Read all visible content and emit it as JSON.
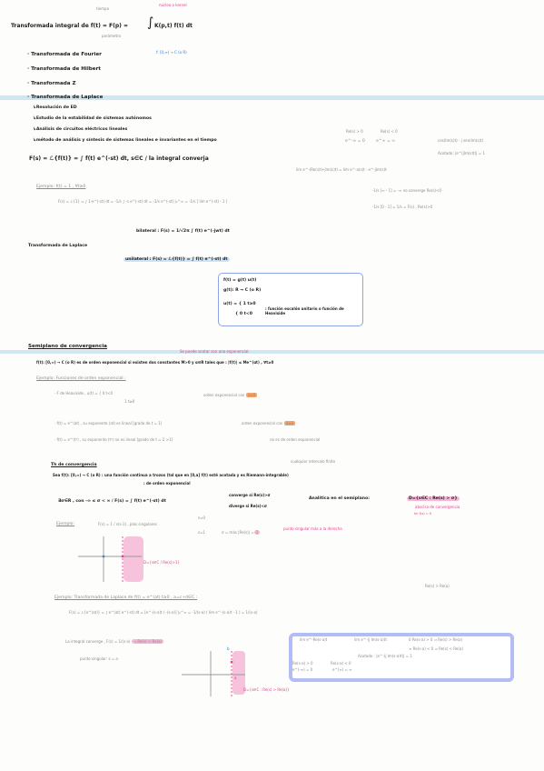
{
  "header": {
    "title": "Transformada integral de f(t) = F(p) =",
    "integral_expr": "K(p,t) f(t) dt",
    "note_tiempo": "tiempo",
    "note_nucleo": "núcleo o kernel",
    "note_parametro": "parámetro",
    "note_mapping": "f: [0,∞) → C (o R)"
  },
  "transform_list": [
    "· Transformada de Fourier",
    "· Transformada de Hilbert",
    "· Transformada Z",
    "· Transformada de Laplace"
  ],
  "laplace_uses": [
    "↳Resolución de ED",
    "↳Estudio de la estabilidad de sistemas autónomos",
    "↳Análisis de circuitos eléctricos lineales",
    "↳método de análisis y síntesis de sistemas lineales e invariantes en el tiempo"
  ],
  "definition": {
    "formula": "F(s) = ℒ{f(t)} = ∫ f(t) e^(-st) dt",
    "condition": ", s∈C / la integral converja",
    "limit_a": "lim e^-(Re(s)t+jIm(s)t) = lim e^-a(s)t · e^-jIm(s)t",
    "re_pos": "Re(s) > 0",
    "re_neg": "Re(s) < 0",
    "e_inf": "e^-∞ = 0",
    "e_plus_inf": "e^∞ = ∞",
    "euler": "cos(Im(s)t) - j sen(Im(s)t)",
    "acotado": "Acotado: |e^(jIm(s)t)| = 1"
  },
  "ejemplo1": {
    "label": "Ejemplo: f(t) = 1 , ∀t≥0",
    "work": "F(s) = ℒ{1} = ∫ 1·e^(-st) dt = -1/s ∫ -s e^(-st) dt = -1/s e^(-st) |₀^∞ = -1/s [ lim e^(-st) - 1 ]",
    "case_a": "-1/s [∞ - 1] = -∞ no converge Re(s)<0",
    "case_b": "-1/s [0 - 1] = 1/s = F(s) , Re(s)>0"
  },
  "laplace_forms": {
    "label": "Transformada de Laplace",
    "bilateral": "bilateral : F(s) = 1/√2π ∫ f(t) e^(-jwt) dt",
    "unilateral": "unilateral : F(s) = ℒ{f(t)} = ∫ f(t) e^(-st) dt"
  },
  "heaviside_box": {
    "l1": "f(t) = g(t) u(t)",
    "l2": "g(t): R → C (o R)",
    "l3": "u(t) = { 1  t≥0",
    "l4": "{ 0  t<0",
    "note": ": función escalón unitario o función de Heaviside"
  },
  "semiplano": {
    "heading": "Semiplano de convergencia",
    "note_pink": "Se puede acotar con una exponencial",
    "statement": "f(t): [0,∞) → C (o R) es de orden exponencial si existen dos constantes M>0 y α∈R tales que : |f(t)| ≤ Me^(αt) , ∀t≥0",
    "ejemplo_label": "Ejemplo: Funciones de orden exponencial :",
    "fh_label": "· F de Heaviside , u(t) = { 0  t<0",
    "fh_case2": "1  t≥0",
    "fh_result": "orden exponencial con",
    "fh_alpha": "α≥0",
    "f2_label": "· f(t) = e^(at) , su exponente (at) es lineal [grado de t = 1]",
    "f2_result": "orden exponencial con",
    "f2_alpha": "α≥a",
    "f3_label": "· f(t) = e^(t²) , su exponente (t²) no es lineal [grado de t = 2 >1]",
    "f3_result": "no es de orden exponencial"
  },
  "teorema": {
    "heading": "Th de convergencia",
    "note": "cualquier intervalo finito",
    "statement": "Sea f(t): [0,∞) → C (o R) : una función continua a trozos (tal que en [0,a] f(t) esté acotada y es Riemann-integrable)",
    "statement2": ": de orden exponencial",
    "exists": "∃σ∈R , con -∞ ≤ σ < ∞ / F(s) = ∫ f(t) e^(-st) dt",
    "converge": "converge si Re(s)>σ",
    "diverge": "diverge si Re(s)<σ",
    "analitica": "Analítica en el semiplano:",
    "dominio": "D={s∈C : Re(s) > σ}",
    "abscisa": "abscisa de convergencia",
    "im_note": "Im f(s) = 0"
  },
  "ejemplo2": {
    "label": "Ejemplo:",
    "fs": "F(s) = 1 / s(s-1) , plos singulares",
    "s0": "s=0",
    "s1": "s=1",
    "sigma": "σ = más |Re(s)| =",
    "punto": "punto singular más a la derecha",
    "domain": "D={s∈C / Re(s)>1}"
  },
  "ejemplo3": {
    "label": "Ejemplo: Transformada de Laplace de f(t) = e^(at) t≥0 , a=c+d∈C :",
    "cond": "Re(s) > Re(a)",
    "work": "F(s) = ℒ{e^(at)} = ∫ e^(at) e^(-st) dt = [e^-(s-a)t / -(s-a)] |₀^∞ = -1/(s-a) ( lim e^-(s-a)t - 1 ) = 1/(s-a)",
    "converge": "La integral converge , F(s) = 1/(s-a)",
    "converge2": "→ Re(s) > Re(a)",
    "punto": "punto singular: s = a",
    "box_lim1": "lim e^-Re(s-a)t",
    "box_lim2": "lim e^-(j Im(s-a))t",
    "box_r1": "0  Re(s-a) > 0 ⇒ Re(s) > Re(a)",
    "box_r2": "∞  Re(s-a) < 0 ⇒ Re(s) < Re(a)",
    "box_acotado": "Acotado : |e^-(j Im(s-a)t)| = 1",
    "box_c1": "Re(s-a) > 0",
    "box_c2": "Re(s-a) < 0",
    "box_v1": "e^(-∞) = 0",
    "box_v2": "e^(∞) = ∞",
    "domain": "D={s∈C : Re(s) > Re(a)}",
    "axis_a": "a",
    "axis_b": "b"
  }
}
